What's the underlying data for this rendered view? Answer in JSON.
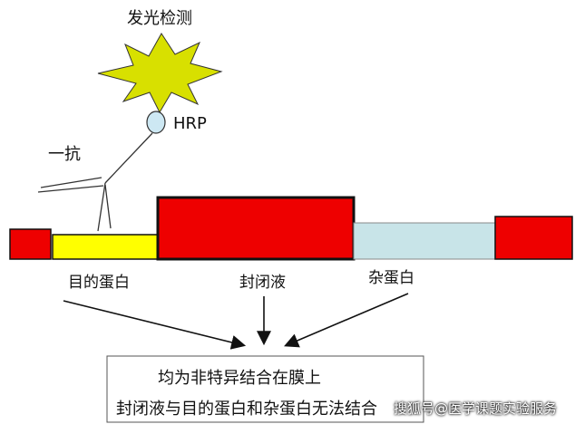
{
  "title": "发光检测",
  "enzyme": "HRP",
  "antibody": "一抗",
  "labels": {
    "target_protein": "目的蛋白",
    "blocking_buffer": "封闭液",
    "other_protein": "杂蛋白"
  },
  "note": {
    "line1": "均为非特异结合在膜上",
    "line2": "封闭液与目的蛋白和杂蛋白无法结合"
  },
  "watermark": "搜狐号@医学课题实验服务",
  "colors": {
    "membrane_red": "#ee0000",
    "target_yellow": "#ffff00",
    "other_blue": "#c8e4e8",
    "burst": "#d8e000",
    "hrp": "#cde8f3"
  }
}
